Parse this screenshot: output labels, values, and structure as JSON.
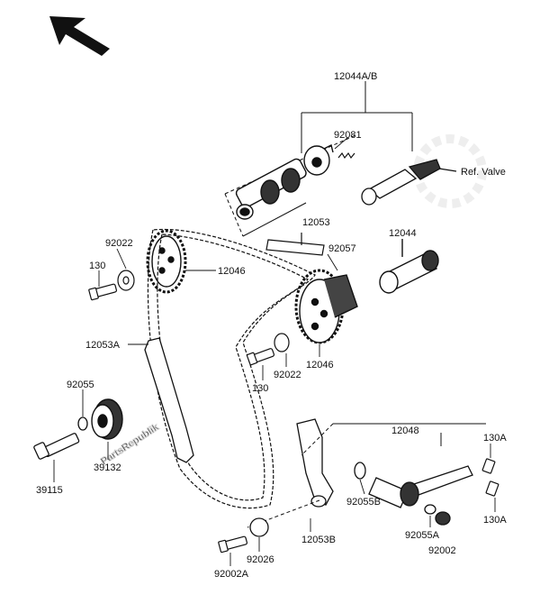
{
  "watermark": "PartsRepublik",
  "labels": {
    "l12044ab": "12044A/B",
    "l92081": "92081",
    "lrefvalve": "Ref. Valve",
    "l12053": "12053",
    "l92057": "92057",
    "l12044": "12044",
    "l92022a": "92022",
    "l130a": "130",
    "l12046a": "12046",
    "l12053a": "12053A",
    "l92055": "92055",
    "l39132": "39132",
    "l39115": "39115",
    "l130b": "130",
    "l92022b": "92022",
    "l12046b": "12046",
    "l12048": "12048",
    "l130A1": "130A",
    "l130A2": "130A",
    "l92055b": "92055B",
    "l92055a": "92055A",
    "l92002": "92002",
    "l12053b": "12053B",
    "l92026": "92026",
    "l92002a": "92002A"
  },
  "icons": {
    "direction": "arrow-northwest-icon"
  }
}
